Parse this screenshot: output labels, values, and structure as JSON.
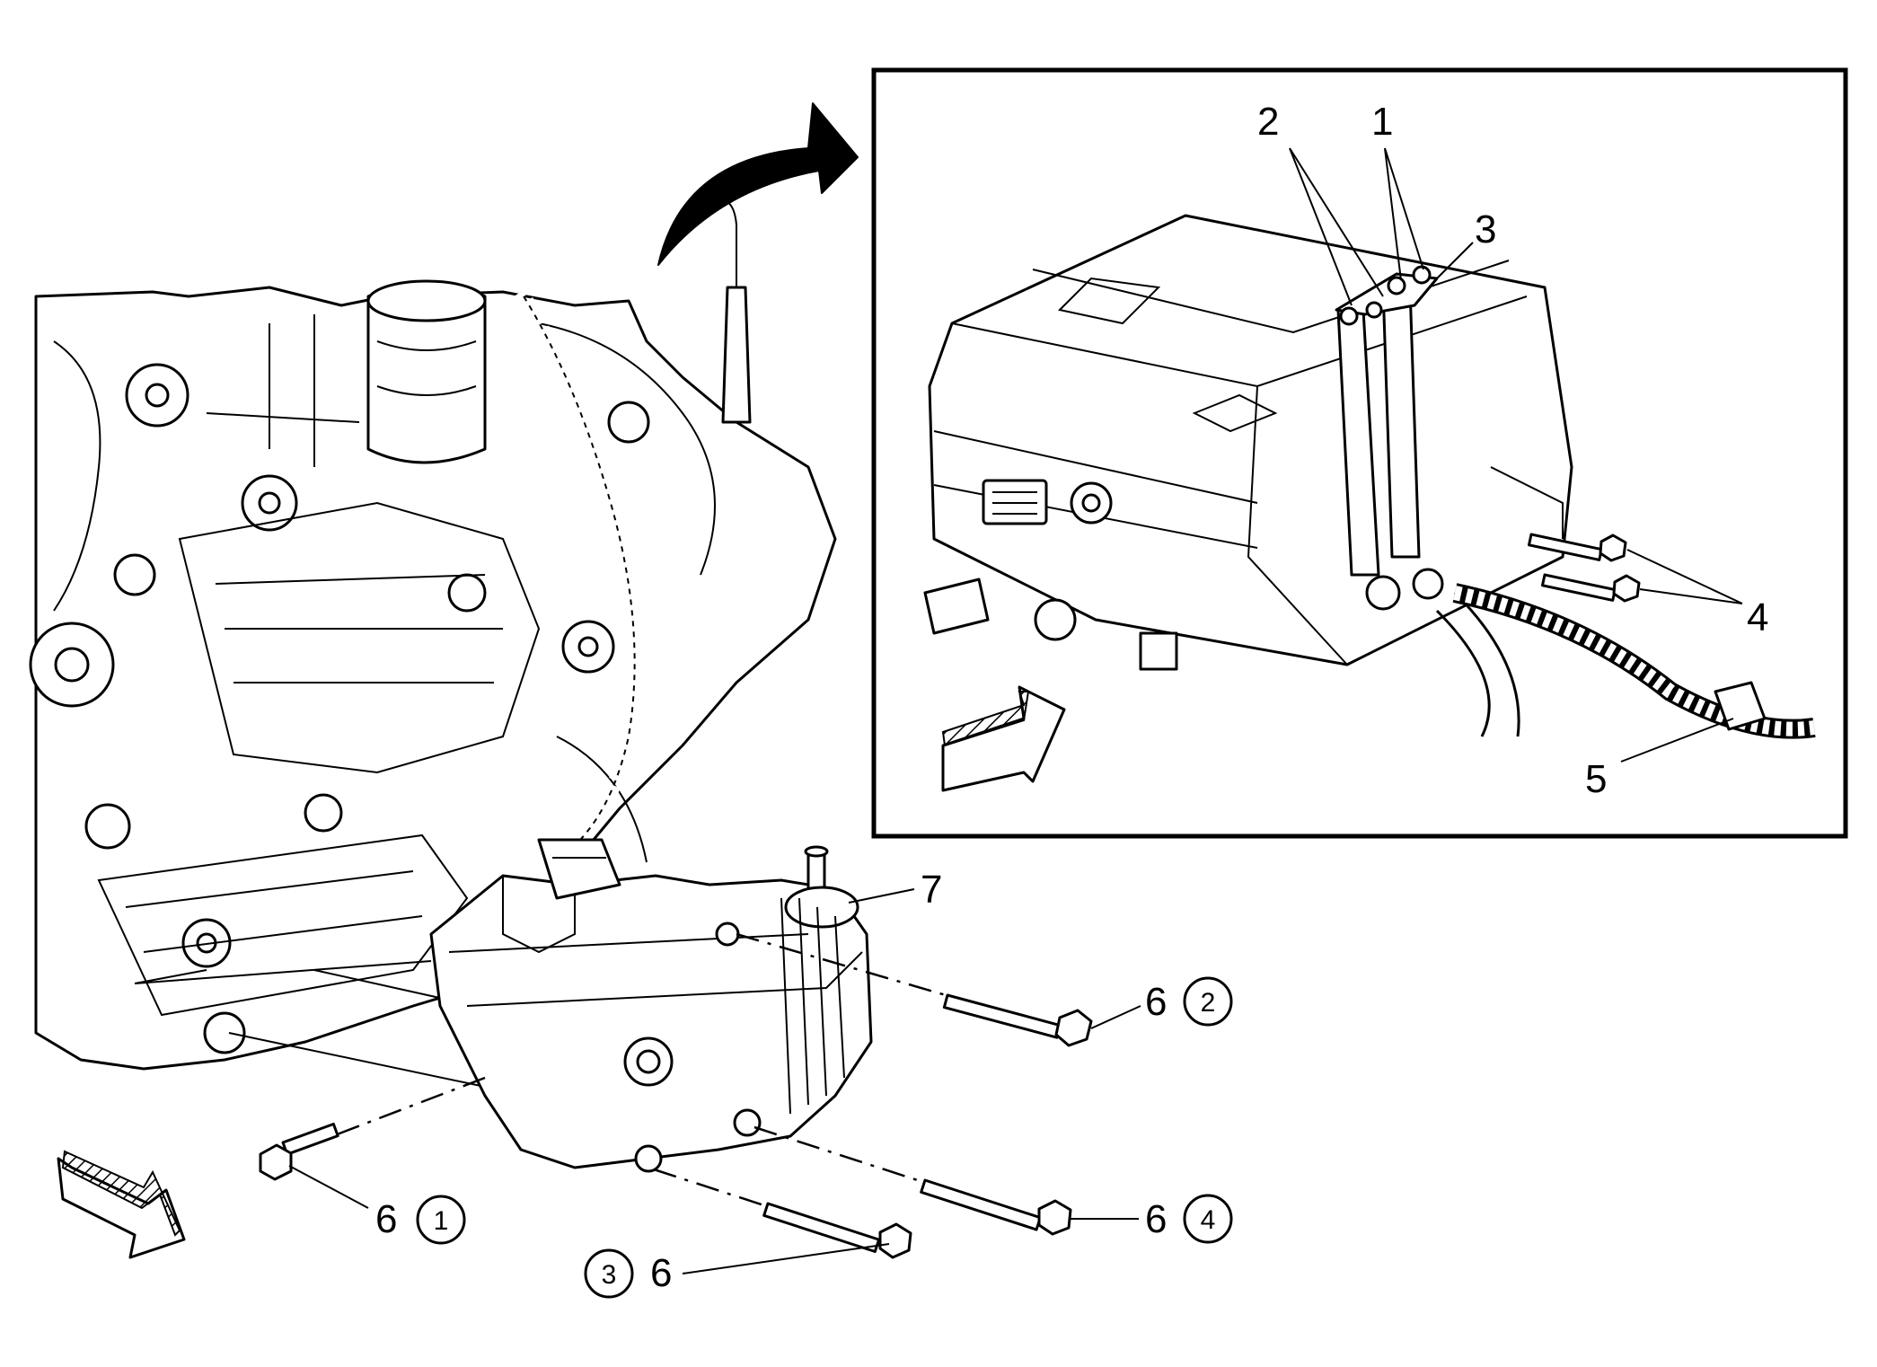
{
  "inset_callouts": [
    "1",
    "2",
    "3",
    "4",
    "5"
  ],
  "main_callouts": {
    "compressor": "7",
    "bolt_label": "6",
    "bolt_sequence": [
      "1",
      "2",
      "3",
      "4"
    ]
  },
  "colors": {
    "line": "#000000",
    "background": "#ffffff"
  }
}
